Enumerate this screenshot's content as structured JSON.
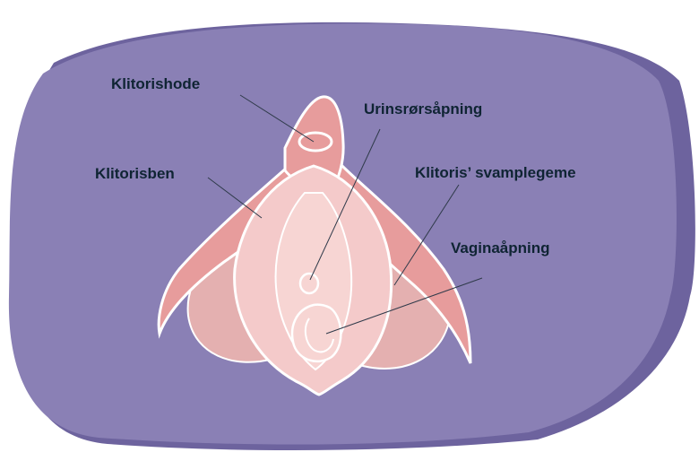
{
  "labels": {
    "clitoral_head": "Klitorishode",
    "clitoral_crura": "Klitorisben",
    "urethral_opening": "Urinsrørsåpning",
    "vestibular_bulbs": "Klitoris’ svamplegeme",
    "vaginal_opening": "Vaginaåpning"
  },
  "colors": {
    "background_blob": "#8a80b5",
    "background_blob_shadow": "#6d639e",
    "bulb_fill": "#e4b0b0",
    "crura_fill": "#e79c9c",
    "vulva_fill": "#f4caca",
    "inner_fill": "#f7d5d3",
    "outline": "#ffffff",
    "label_text": "#0f2433",
    "leader_line": "#2f3a4a"
  }
}
